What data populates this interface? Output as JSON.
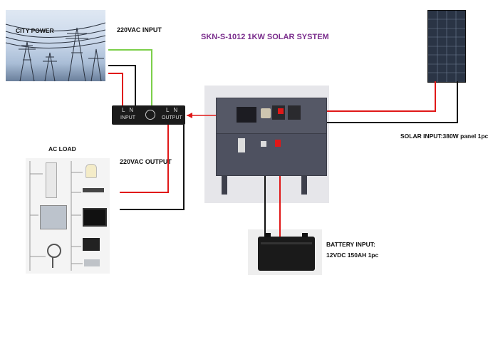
{
  "title": "SKN-S-1012 1KW SOLAR SYSTEM",
  "labels": {
    "city_power": "CITY    POWER",
    "ac_input": "220VAC    INPUT",
    "ac_output": "220VAC    OUTPUT",
    "ac_load": "AC    LOAD",
    "solar_input": "SOLAR INPUT:380W panel 1pc",
    "battery_line1": "BATTERY INPUT:",
    "battery_line2": "12VDC 150AH 1pc"
  },
  "breaker": {
    "input_terminals": "L  N",
    "input_label": "INPUT",
    "output_terminals": "L  N",
    "output_label": "OUTPUT"
  },
  "colors": {
    "title": "#7a2d8c",
    "wire_red": "#e01818",
    "wire_black": "#111111",
    "wire_green": "#7ccf4a"
  },
  "icons": [
    "power-tower-icon",
    "solar-panel-icon",
    "inverter-unit-icon",
    "battery-icon",
    "fridge-icon",
    "tv-icon",
    "computer-icon",
    "fan-icon",
    "air-conditioner-icon",
    "lamp-icon",
    "dvd-player-icon",
    "laptop-icon"
  ]
}
